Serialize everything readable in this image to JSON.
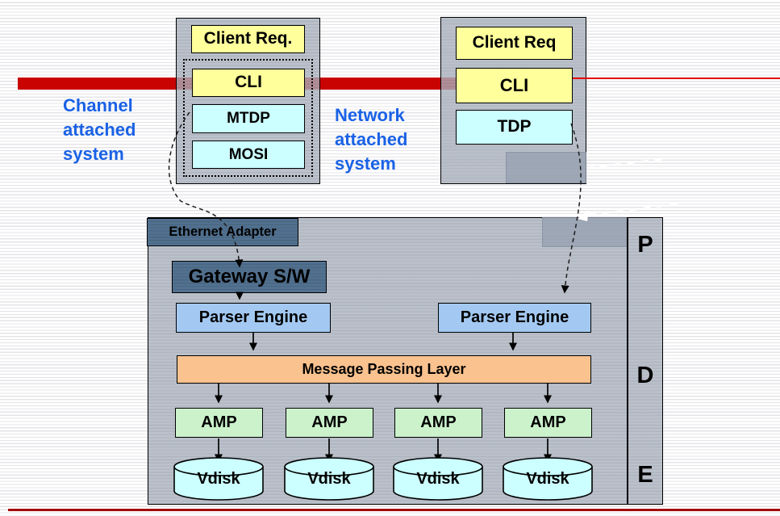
{
  "accent_colors": {
    "red_bar": "#c90202",
    "thin_red_line": "#e10000",
    "bottom_rule": "#a40b0b",
    "blue_label": "#1a62e6",
    "dark_panel": "#4f6f91",
    "parser_blue": "#a3c9f2",
    "mpl_orange": "#fac28e",
    "amp_green": "#ccf2cc",
    "layer_cyan": "#ccffff",
    "layer_yellow": "#ffff9c"
  },
  "labels": {
    "channel": "Channel attached system",
    "network": "Network attached system"
  },
  "client_left": {
    "title": "Client Req.",
    "layers": [
      "CLI",
      "MTDP",
      "MOSI"
    ]
  },
  "client_right": {
    "title": "Client Req",
    "layers": [
      "CLI",
      "TDP"
    ]
  },
  "system": {
    "ethernet": "Ethernet Adapter",
    "gateway": "Gateway S/W",
    "parsers": [
      "Parser Engine",
      "Parser Engine"
    ],
    "mpl": "Message Passing Layer",
    "amps": [
      "AMP",
      "AMP",
      "AMP",
      "AMP"
    ],
    "vdisks": [
      "Vdisk",
      "Vdisk",
      "Vdisk",
      "Vdisk"
    ],
    "pde": [
      "P",
      "D",
      "E"
    ]
  }
}
